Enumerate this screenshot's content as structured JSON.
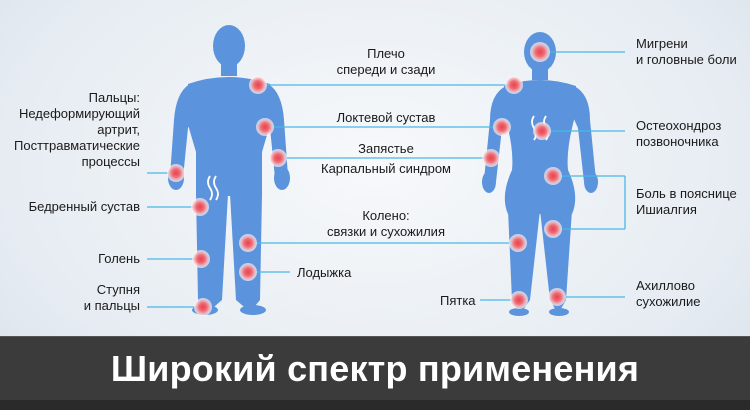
{
  "banner": {
    "title": "Широкий спектр применения"
  },
  "colors": {
    "body": "#5b94dc",
    "line": "#4ab7e6",
    "marker": "#e8434e",
    "banner": "#3b3b3b"
  },
  "labels": {
    "shoulder": {
      "line1": "Плечо",
      "line2": "спереди и сзади"
    },
    "fingers": {
      "line1": "Пальцы:",
      "line2": "Недеформирующий",
      "line3": "артрит,",
      "line4": "Посттравматические",
      "line5": "процессы"
    },
    "hip": "Бедренный сустав",
    "shin": "Голень",
    "foot": {
      "line1": "Ступня",
      "line2": "и пальцы"
    },
    "elbow": "Локтевой сустав",
    "wrist": {
      "line1": "Запястье",
      "line2": "Карпальный синдром"
    },
    "knee": {
      "line1": "Колено:",
      "line2": "связки и сухожилия"
    },
    "ankle": "Лодыжка",
    "heel": "Пятка",
    "migraine": {
      "line1": "Мигрени",
      "line2": "и головные боли"
    },
    "osteo": {
      "line1": "Остеохондроз",
      "line2": "позвоночника"
    },
    "backpain": {
      "line1": "Боль в пояснице",
      "line2": "Ишиалгия"
    },
    "achilles": {
      "line1": "Ахиллово",
      "line2": "сухожилие"
    }
  }
}
